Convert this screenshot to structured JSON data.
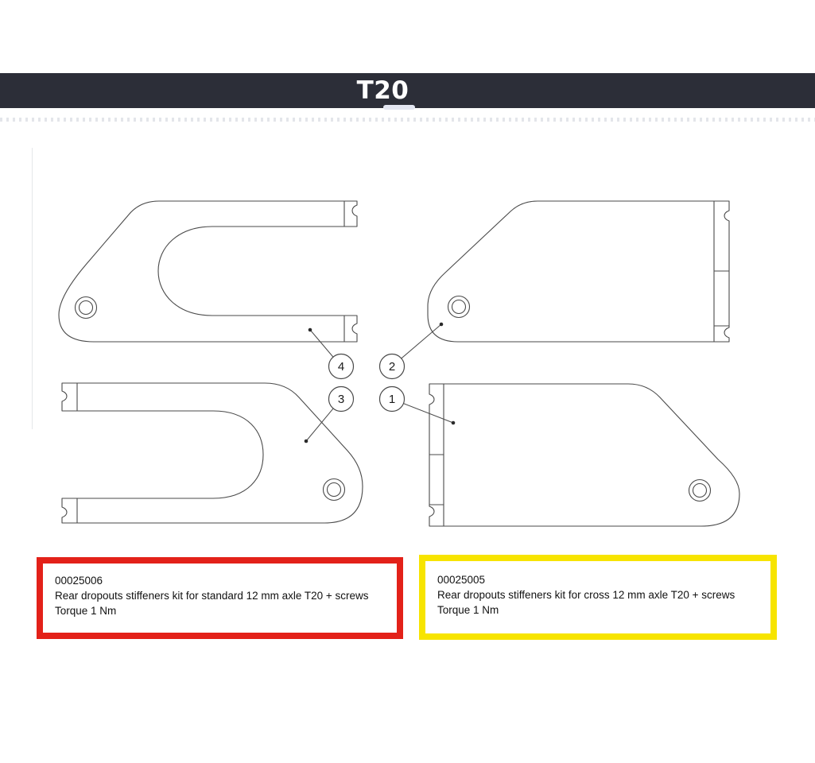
{
  "header": {
    "title": "T20",
    "bar_color": "#2c2e38",
    "text_color": "#ffffff"
  },
  "diagram": {
    "callouts": [
      {
        "label": "4"
      },
      {
        "label": "3"
      },
      {
        "label": "2"
      },
      {
        "label": "1"
      }
    ]
  },
  "products": [
    {
      "code": "00025006",
      "description": "Rear dropouts stiffeners kit for standard 12 mm axle T20 + screws",
      "torque": "Torque 1 Nm",
      "highlight_color": "#e32119"
    },
    {
      "code": "00025005",
      "description": "Rear dropouts stiffeners kit for cross 12 mm axle T20 + screws",
      "torque": "Torque 1 Nm",
      "highlight_color": "#f7e400"
    }
  ]
}
